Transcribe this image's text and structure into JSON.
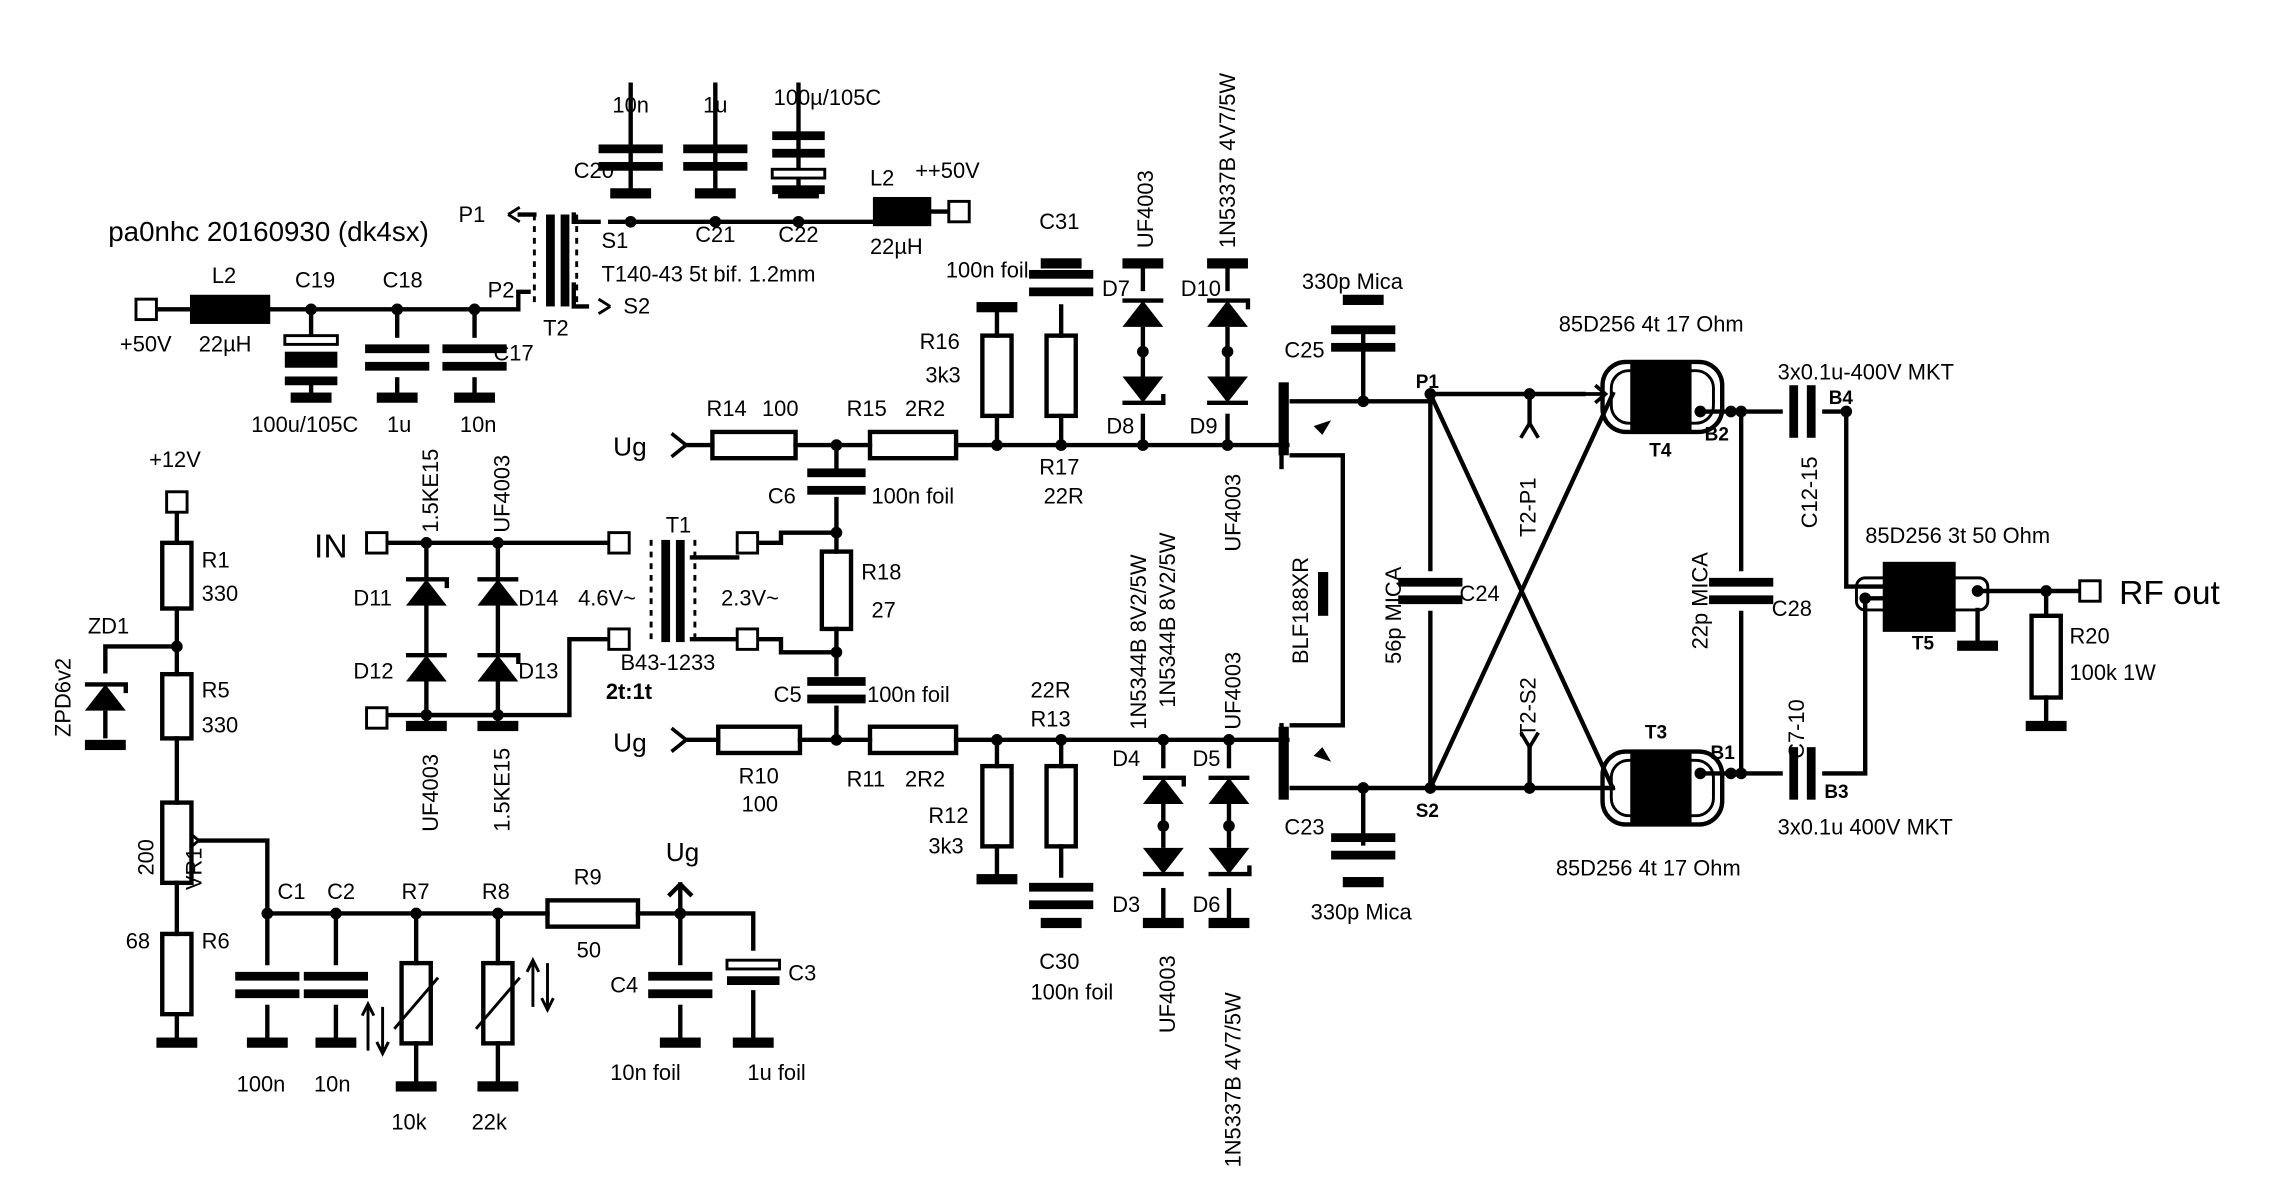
{
  "title": "pa0nhc 20160930 (dk4sx)",
  "supply_top": {
    "caps": [
      {
        "ref": "C20",
        "value": "10n"
      },
      {
        "ref": "C21",
        "value": "1u"
      },
      {
        "ref": "C22",
        "value": "100µ/105C"
      }
    ],
    "inductor": {
      "ref": "L2",
      "value": "22µH"
    },
    "supply": "++50V",
    "transformer": {
      "ref": "T2",
      "spec": "T140-43 5t bif. 1.2mm"
    },
    "pins": [
      "P1",
      "S1",
      "P2",
      "S2"
    ]
  },
  "supply_left": {
    "supply": "+50V",
    "inductor": {
      "ref": "L2",
      "value": "22µH"
    },
    "caps": [
      {
        "ref": "C19",
        "value": "100u/105C"
      },
      {
        "ref": "C18",
        "value": "1u"
      },
      {
        "ref": "C17",
        "value": "10n"
      }
    ]
  },
  "bias": {
    "supply": "+12V",
    "zener": {
      "ref": "ZD1",
      "value": "ZPD6v2"
    },
    "resistors": [
      {
        "ref": "R1",
        "value": "330"
      },
      {
        "ref": "R5",
        "value": "330"
      },
      {
        "ref": "VR1",
        "value": "200"
      },
      {
        "ref": "R6",
        "value": "68"
      },
      {
        "ref": "R9",
        "value": "50"
      }
    ],
    "caps": [
      {
        "ref": "C1",
        "value": "100n"
      },
      {
        "ref": "C2",
        "value": "10n"
      },
      {
        "ref": "C4",
        "value": "10n foil"
      },
      {
        "ref": "C3",
        "value": "1u foil"
      }
    ],
    "thermistors": [
      {
        "ref": "R7",
        "value": "10k"
      },
      {
        "ref": "R8",
        "value": "22k"
      }
    ],
    "ug": "Ug"
  },
  "input": {
    "label": "IN",
    "transformer": {
      "ref": "T1",
      "type": "B43-1233",
      "ratio": "2t:1t",
      "v_primary": "4.6V~",
      "v_secondary": "2.3V~"
    },
    "diodes": [
      {
        "ref": "D11",
        "type": "1.5KE15"
      },
      {
        "ref": "D12",
        "type": "UF4003"
      },
      {
        "ref": "D14",
        "type": "UF4003"
      },
      {
        "ref": "D13",
        "type": "1.5KE15"
      }
    ],
    "r18": {
      "ref": "R18",
      "value": "27"
    },
    "c6": {
      "ref": "C6",
      "value": "100n foil"
    },
    "c5": {
      "ref": "C5",
      "value": "100n foil"
    }
  },
  "gate_top": {
    "ug": "Ug",
    "r14": {
      "ref": "R14",
      "value": "100"
    },
    "r15": {
      "ref": "R15",
      "value": "2R2"
    },
    "r16": {
      "ref": "R16",
      "value": "3k3"
    },
    "r17": {
      "ref": "R17",
      "value": "22R"
    },
    "c31": {
      "ref": "C31",
      "value": "100n foil"
    },
    "d7": {
      "ref": "D7",
      "type": "UF4003"
    },
    "d8": {
      "ref": "D8",
      "type": "1N5344B 8V2/5W"
    },
    "d10": {
      "ref": "D10",
      "type": "1N5337B 4V7/5W"
    },
    "d9": {
      "ref": "D9",
      "type": "UF4003"
    }
  },
  "gate_bottom": {
    "ug": "Ug",
    "r10": {
      "ref": "R10",
      "value": "100"
    },
    "r11": {
      "ref": "R11",
      "value": "2R2"
    },
    "r12": {
      "ref": "R12",
      "value": "3k3"
    },
    "r13": {
      "ref": "R13",
      "value": "22R"
    },
    "c30": {
      "ref": "C30",
      "value": "100n foil"
    },
    "d4": {
      "ref": "D4",
      "type": "1N5344B 8V2/5W"
    },
    "d3": {
      "ref": "D3",
      "type": "UF4003"
    },
    "d5": {
      "ref": "D5",
      "type": "UF4003"
    },
    "d6": {
      "ref": "D6",
      "type": "1N5337B 4V7/5W"
    }
  },
  "output": {
    "transistor": "BLF188XR",
    "c25": {
      "ref": "C25",
      "value": "330p Mica"
    },
    "c23": {
      "ref": "C23",
      "value": "330p Mica"
    },
    "c24": {
      "ref": "C24",
      "value": "56p MICA"
    },
    "c28": {
      "ref": "C28",
      "value": "22p MICA"
    },
    "t4": {
      "ref": "T4",
      "spec": "85D256 4t 17 Ohm"
    },
    "t3": {
      "ref": "T3",
      "spec": "85D256 4t 17 Ohm"
    },
    "t5": {
      "ref": "T5",
      "spec": "85D256 3t 50 Ohm"
    },
    "c12": {
      "ref": "C12-15",
      "value": "3x0.1u-400V MKT"
    },
    "c7": {
      "ref": "C7-10",
      "value": "3x0.1u 400V MKT"
    },
    "r20": {
      "ref": "R20",
      "value": "100k 1W"
    },
    "rf_out": "RF out",
    "net_labels": [
      "P1",
      "S2",
      "B2",
      "B1",
      "B4",
      "B3",
      "T2-P1",
      "T2-S2"
    ]
  }
}
